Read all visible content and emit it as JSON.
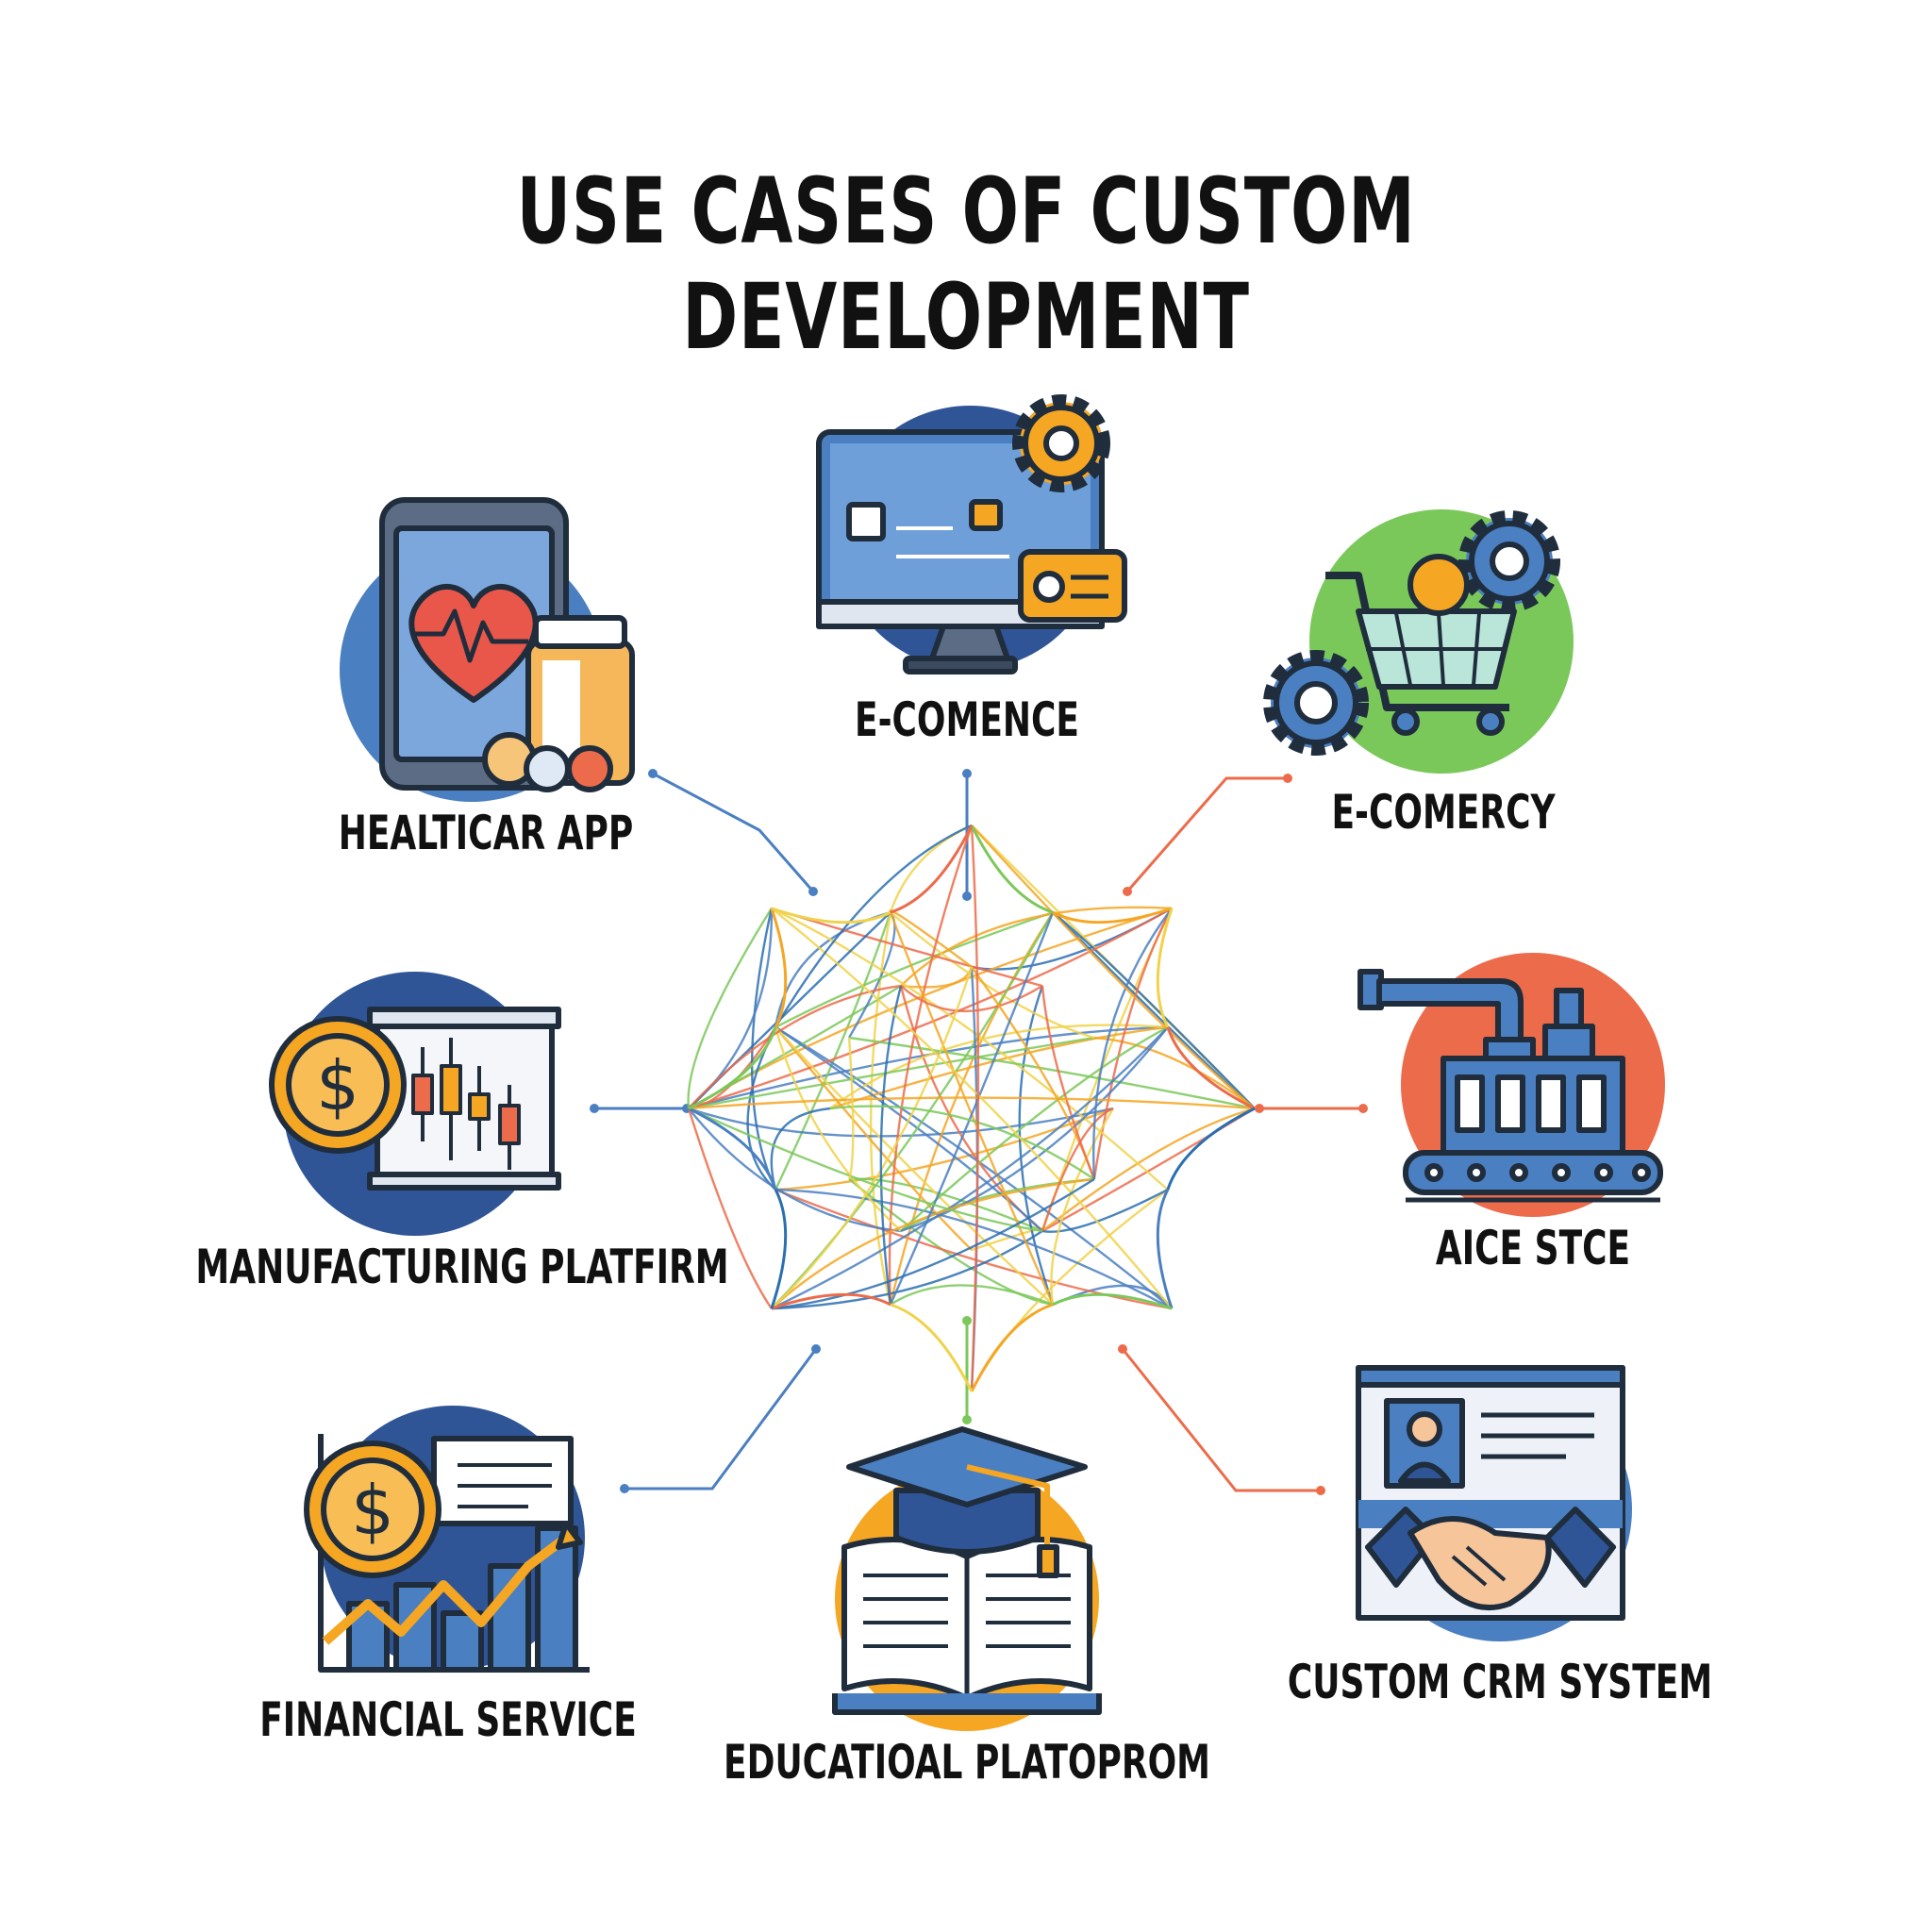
{
  "title": "USE CASES OF CUSTOM DEVELOPMENT",
  "colors": {
    "blue": "#4a7fc1",
    "navy": "#2f5597",
    "orange": "#f5a623",
    "red": "#ec6b4a",
    "green": "#7bc85a",
    "outline": "#1f2d3d"
  },
  "nodes": [
    {
      "id": "healthcare",
      "label": "HEALTICAR APP",
      "icon": "healthcare-phone-icon",
      "circle": "blue",
      "link": "blue"
    },
    {
      "id": "ecomence",
      "label": "E-COMENCE",
      "icon": "monitor-gears-icon",
      "circle": "navy",
      "link": "blue"
    },
    {
      "id": "ecomercy",
      "label": "E-COMERCY",
      "icon": "shopping-cart-gears-icon",
      "circle": "green",
      "link": "red"
    },
    {
      "id": "manufacturing",
      "label": "MANUFACTURING PLATFIRM",
      "icon": "coin-candlestick-chart-icon",
      "circle": "navy",
      "link": "blue"
    },
    {
      "id": "aicestce",
      "label": "AICE STCE",
      "icon": "factory-conveyor-icon",
      "circle": "red",
      "link": "red"
    },
    {
      "id": "financial",
      "label": "FINANCIAL SERVICE",
      "icon": "coin-growth-chart-icon",
      "circle": "navy",
      "link": "blue"
    },
    {
      "id": "educational",
      "label": "EDUCATIOAL PLATOPROM",
      "icon": "graduation-cap-book-icon",
      "circle": "orange",
      "link": "green"
    },
    {
      "id": "crm",
      "label": "CUSTOM CRM SYSTEM",
      "icon": "crm-handshake-icon",
      "circle": "blue",
      "link": "red"
    }
  ]
}
